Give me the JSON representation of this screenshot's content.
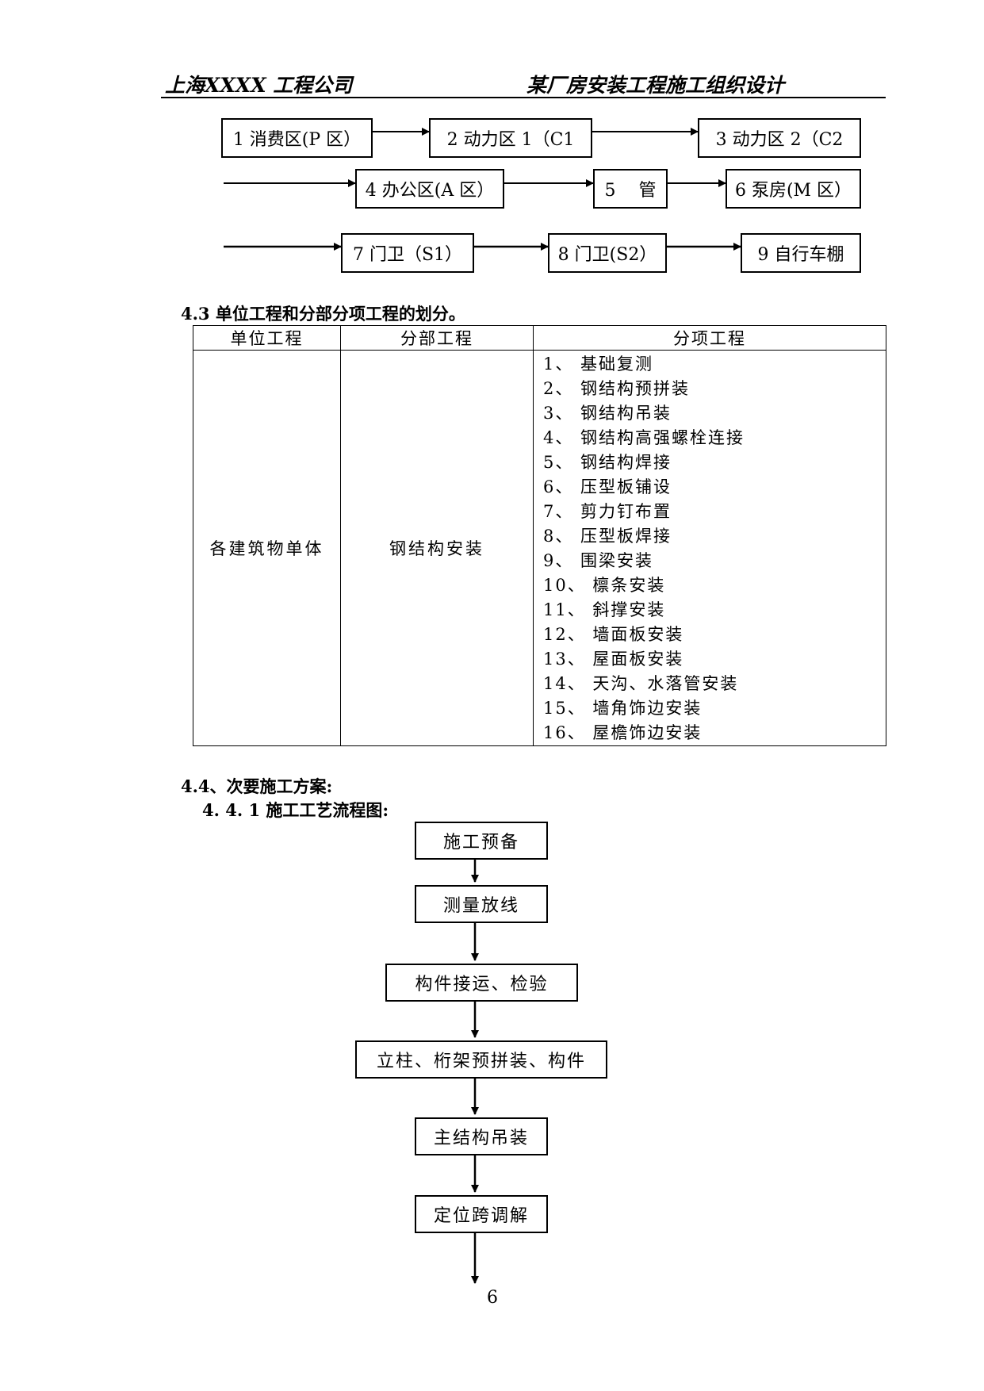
{
  "header": {
    "company": "上海XXXX 工程公司",
    "doc_title": "某厂房安装工程施工组织设计"
  },
  "zone_flow": {
    "row1": [
      "1 消费区(P 区）",
      "2 动力区 1（C1",
      "3 动力区 2（C2"
    ],
    "row2": [
      "4 办公区(A 区）",
      "5　 管",
      "6 泵房(M 区）"
    ],
    "row3": [
      "7 门卫（S1）",
      "8 门卫(S2）",
      "9 自行车棚"
    ]
  },
  "section_4_3": {
    "heading": "4.3  单位工程和分部分项工程的划分。",
    "columns": [
      "单位工程",
      "分部工程",
      "分项工程"
    ],
    "unit": "各建筑物单体",
    "division": "钢结构安装",
    "items": [
      "1、 基础复测",
      "2、 钢结构预拼装",
      "3、 钢结构吊装",
      "4、 钢结构高强螺栓连接",
      "5、 钢结构焊接",
      "6、 压型板铺设",
      "7、 剪力钉布置",
      "8、 压型板焊接",
      "9、 围梁安装",
      "10、 檩条安装",
      "11、 斜撑安装",
      "12、 墙面板安装",
      "13、 屋面板安装",
      "14、 天沟、水落管安装",
      "15、 墙角饰边安装",
      "16、 屋檐饰边安装"
    ]
  },
  "section_4_4": {
    "heading": "4.4、次要施工方案:",
    "sub_heading": "4. 4. 1 施工工艺流程图:",
    "steps": [
      "施工预备",
      "测量放线",
      "构件接运、检验",
      "立柱、桁架预拼装、构件",
      "主结构吊装",
      "定位跨调解"
    ]
  },
  "page_number": "6"
}
